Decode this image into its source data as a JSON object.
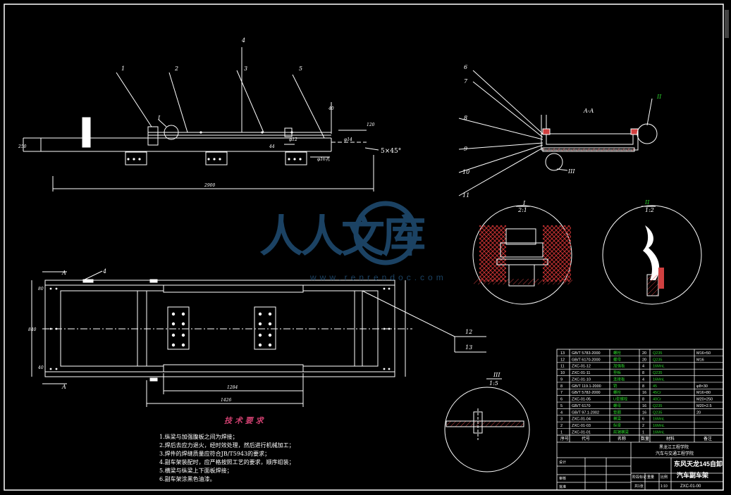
{
  "elevation_view": {
    "callouts": [
      "1",
      "2",
      "3",
      "4",
      "5"
    ],
    "detail_ref": "I",
    "dims": {
      "overall_length": "2900",
      "height_left": "250",
      "bolt_dim": "44",
      "bolt_dia": "φ12",
      "dim_right_small": "120",
      "hole_dia": "φ14",
      "hole_pitch": "φ16孔",
      "vert_right": "40"
    },
    "chamfer": "5×45°"
  },
  "section_view": {
    "label": "A-A",
    "callouts": [
      "6",
      "7",
      "8",
      "9",
      "10",
      "11"
    ],
    "detail_ref_ii": "II",
    "detail_ref_iii": "III"
  },
  "details": [
    {
      "name": "I",
      "scale": "2:1"
    },
    {
      "name": "II",
      "scale": "1:2"
    },
    {
      "name": "III",
      "scale": "1:5"
    }
  ],
  "plan_view": {
    "section_mark": "A",
    "callout_4": "4",
    "callouts_right": [
      "12",
      "13"
    ],
    "dims": {
      "width": "840",
      "inner_length": "1284",
      "outer_length": "1426",
      "left_small_1": "80",
      "left_small_2": "40"
    }
  },
  "tech_req": {
    "title": "技 术 要 求",
    "items": [
      "1.纵梁与加强腹板之间为焊接；",
      "2.焊后去应力退火，经时效处理，然后进行机械加工；",
      "3.焊件的焊缝质量应符合JB/T5943的要求；",
      "4.副车架装配时，应严格按照工艺的要求，顺序组装；",
      "5.横梁与纵梁上下面板焊接；",
      "6.副车架涂黑色油漆。"
    ]
  },
  "title_block": {
    "project": "东风天龙145自卸",
    "drawing": "汽车副车架",
    "drawing_no": "ZXC-01-00",
    "school": "黑龙江工程学院",
    "dept": "汽车与交通工程学院",
    "scale": "1:10",
    "sheet": "共1张",
    "designer": "设计",
    "checker": "审核",
    "approver": "批准",
    "weight_label": "重量",
    "scale_label": "比例",
    "stage_label": "阶段标记"
  },
  "parts_list": {
    "headers": [
      "序号",
      "代号",
      "名称",
      "数量",
      "材料",
      "备注"
    ],
    "rows": [
      [
        "13",
        "GB/T 5783-2000",
        "螺栓",
        "20",
        "Q235",
        "M16×50"
      ],
      [
        "12",
        "GB/T 6170-2000",
        "螺母",
        "20",
        "Q235",
        "M16"
      ],
      [
        "11",
        "ZXC-01-12",
        "加强板",
        "4",
        "16MnL",
        ""
      ],
      [
        "10",
        "ZXC-01-11",
        "垫板",
        "8",
        "Q235",
        ""
      ],
      [
        "9",
        "ZXC-01-10",
        "连接板",
        "4",
        "16MnL",
        ""
      ],
      [
        "8",
        "GB/T 119.1-2000",
        "销",
        "8",
        "45",
        "φ8×30"
      ],
      [
        "7",
        "GB/T 5782-2000",
        "螺栓",
        "16",
        "45Cr",
        "M16×80"
      ],
      [
        "6",
        "ZXC-01-05",
        "U型螺栓",
        "8",
        "40Cr",
        "M20×250"
      ],
      [
        "5",
        "GB/T 6170",
        "螺母",
        "16",
        "Q235",
        "M20×2.5"
      ],
      [
        "4",
        "GB/T 97.1-2002",
        "垫圈",
        "16",
        "Q235",
        "20"
      ],
      [
        "3",
        "ZXC-01-04",
        "横梁",
        "6",
        "16MnL",
        ""
      ],
      [
        "2",
        "ZXC-01-03",
        "纵梁",
        "2",
        "16MnL",
        ""
      ],
      [
        "1",
        "ZXC-01-01",
        "前端横梁",
        "1",
        "16MnL",
        ""
      ]
    ]
  },
  "watermark": {
    "logo_text": "人人文库",
    "url": "www.renrendoc.com"
  },
  "colors": {
    "background": "#000000",
    "line": "#ffffff",
    "hatch": "#ff4040",
    "dim": "#ffffff",
    "label_green": "#2cd52c",
    "label_yellow": "#f0e000",
    "watermark_blue": "#1f4a6e",
    "watermark_text": "#d4d46a"
  }
}
